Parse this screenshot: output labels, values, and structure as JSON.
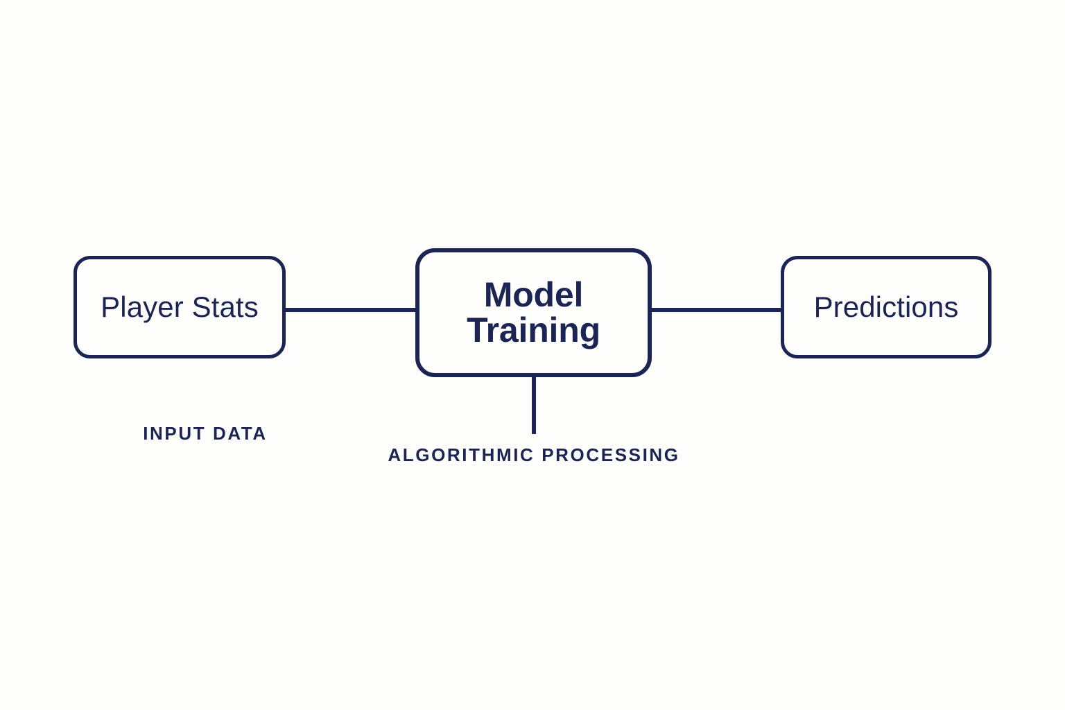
{
  "diagram": {
    "type": "flowchart",
    "background_color": "#fdfdfb",
    "stroke_color": "#1b2452",
    "text_color": "#1b2452",
    "nodes": [
      {
        "id": "input-data",
        "label": "Player Stats",
        "emphasis": false
      },
      {
        "id": "model-training",
        "label": "Model\nTraining",
        "emphasis": true
      },
      {
        "id": "predictions",
        "label": "Predictions",
        "emphasis": false
      }
    ],
    "captions": [
      {
        "id": "input-data",
        "text": "INPUT DATA"
      },
      {
        "id": "algorithmic-processing",
        "text": "ALGORITHMIC PROCESSING"
      }
    ],
    "connectors": [
      {
        "id": "input-to-model",
        "from": "input-data",
        "to": "model-training",
        "orientation": "horizontal",
        "arrowhead": false
      },
      {
        "id": "model-to-predictions",
        "from": "model-training",
        "to": "predictions",
        "orientation": "horizontal",
        "arrowhead": false
      },
      {
        "id": "model-to-caption",
        "from": "model-training",
        "to": "algorithmic-processing",
        "orientation": "vertical",
        "arrowhead": false
      }
    ]
  }
}
